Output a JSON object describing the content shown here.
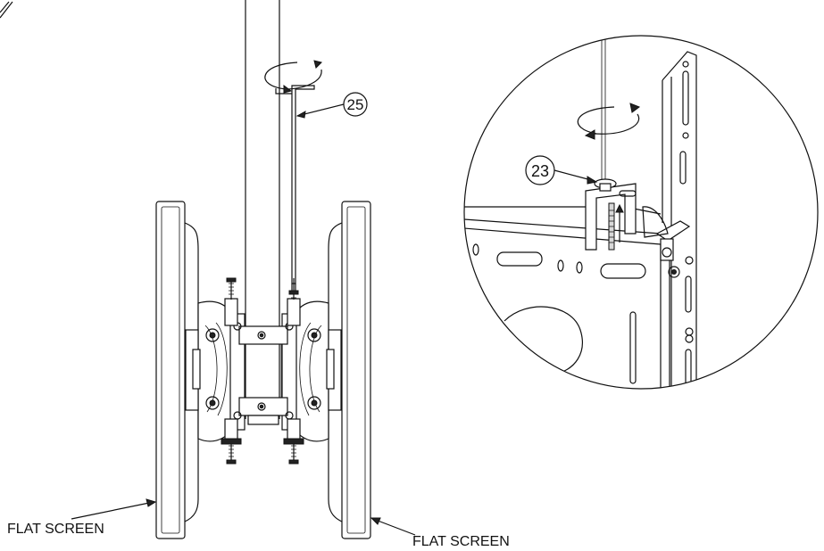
{
  "callouts": {
    "part_25": "25",
    "part_23": "23"
  },
  "labels": {
    "screen_left": "FLAT SCREEN",
    "screen_right": "FLAT SCREEN"
  },
  "colors": {
    "line": "#111111",
    "background": "#ffffff",
    "fill_grey": "#d8d8d8"
  }
}
